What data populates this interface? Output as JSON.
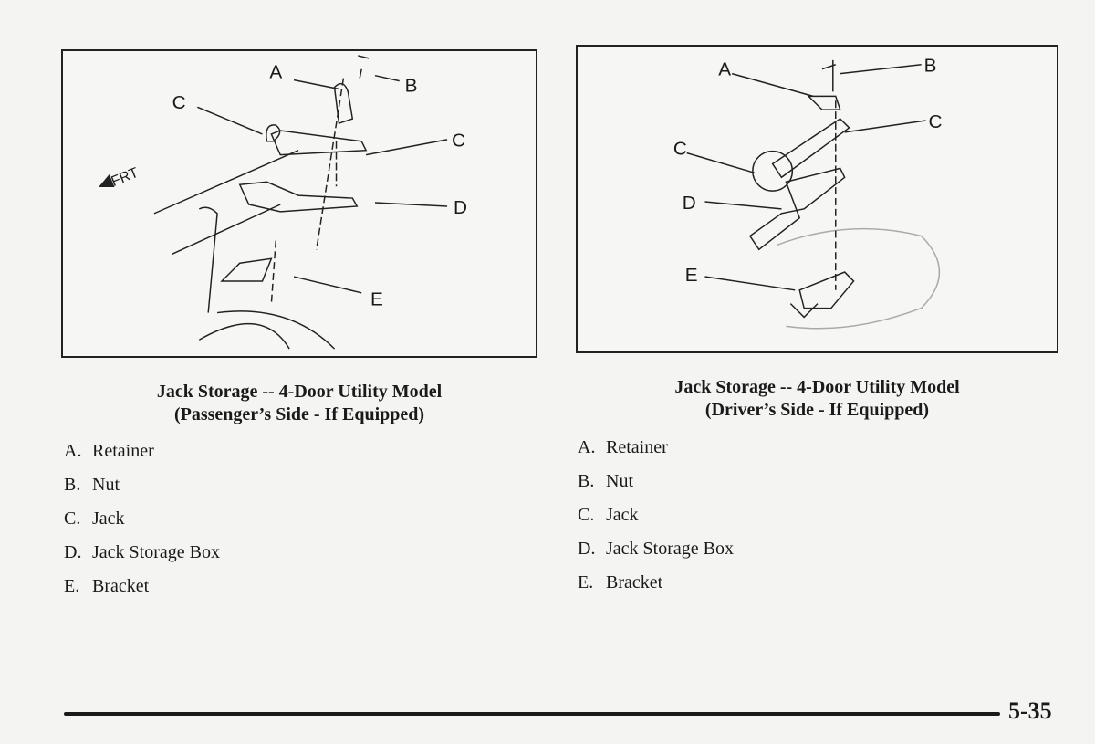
{
  "figures": [
    {
      "caption_line1": "Jack Storage -- 4-Door Utility Model",
      "caption_line2": "(Passenger’s Side - If Equipped)",
      "callouts": {
        "a": "A",
        "b": "B",
        "c1": "C",
        "c2": "C",
        "d": "D",
        "e": "E"
      },
      "direction_label": "FRT",
      "legend": [
        {
          "key": "A.",
          "text": "Retainer"
        },
        {
          "key": "B.",
          "text": "Nut"
        },
        {
          "key": "C.",
          "text": "Jack"
        },
        {
          "key": "D.",
          "text": "Jack Storage Box"
        },
        {
          "key": "E.",
          "text": "Bracket"
        }
      ]
    },
    {
      "caption_line1": "Jack Storage -- 4-Door Utility Model",
      "caption_line2": "(Driver’s Side - If Equipped)",
      "callouts": {
        "a": "A",
        "b": "B",
        "c1": "C",
        "c2": "C",
        "d": "D",
        "e": "E"
      },
      "legend": [
        {
          "key": "A.",
          "text": "Retainer"
        },
        {
          "key": "B.",
          "text": "Nut"
        },
        {
          "key": "C.",
          "text": "Jack"
        },
        {
          "key": "D.",
          "text": "Jack Storage Box"
        },
        {
          "key": "E.",
          "text": "Bracket"
        }
      ]
    }
  ],
  "footer": {
    "page_number": "5-35"
  }
}
